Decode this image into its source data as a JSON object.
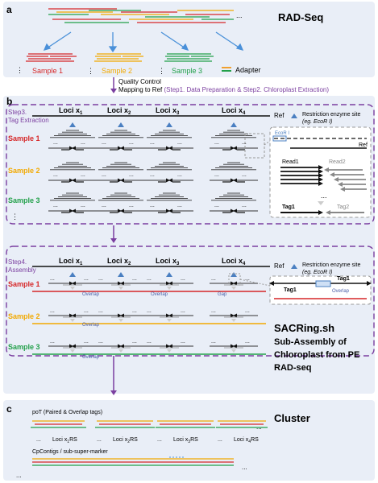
{
  "panel_a": {
    "letter": "a",
    "title": "RAD-Seq",
    "samples": [
      "Sample 1",
      "Sample 2",
      "Sample 3"
    ],
    "adapter_label": "Adapter",
    "ellipsis": "...",
    "colors": {
      "s1": "#d62728",
      "s2": "#f2a900",
      "s3": "#22a04a",
      "arrow": "#4a90d9",
      "adapter": "#f0a030"
    }
  },
  "between_ab": {
    "line1": "Quality Control",
    "line2_prefix": "Mapping to Ref ",
    "line2_highlight": "(Step1. Data Preparation & Step2. Chloroplast Extraction)"
  },
  "panel_b": {
    "letter": "b",
    "step3": {
      "line1": "Step3.",
      "line2": "Tag Extraction"
    },
    "step4": {
      "line1": "Step4.",
      "line2": "Assembly"
    },
    "loci": [
      "Loci x1",
      "Loci x2",
      "Loci x3",
      "Loci x4"
    ],
    "loci_base": "Loci x",
    "loci_sub": [
      "1",
      "2",
      "3",
      "4"
    ],
    "ref": "Ref",
    "restriction_line1": "Restriction enzyme site",
    "restriction_line2": "(eg. EcoR I)",
    "samples": [
      "Sample 1",
      "Sample 2",
      "Sample 3"
    ],
    "inset_step3": {
      "enzyme": "EcoR I",
      "ref": "Ref",
      "read1": "Read1",
      "read2": "Read2",
      "tag1": "Tag1",
      "tag2": "Tag2",
      "dots": "..."
    },
    "inset_step4": {
      "tag1_left": "Tag1",
      "tag1_right": "Tag1",
      "overlap": "Overlap"
    },
    "overlap": "Overlap",
    "gap": "Gap",
    "vdots": "⋮",
    "dots": "...",
    "sacring": {
      "title": "SACRing.sh",
      "line1": "Sub-Assembly of",
      "line2": "Chloroplast from PE",
      "line3": "RAD-seq"
    }
  },
  "panel_c": {
    "letter": "c",
    "title": "Cluster",
    "pot_label": "poT (Paired & Overlap tags)",
    "loci_rs": [
      "Loci x1RS",
      "Loci x2RS",
      "Loci x3RS",
      "Loci x4RS"
    ],
    "contig_label": "CpContigs / sub-super-marker",
    "dots": "..."
  },
  "colors": {
    "panel_bg": "#e9eef7",
    "purple": "#7b3fa0",
    "red": "#d62728",
    "orange": "#f2a900",
    "green": "#22a04a",
    "blue": "#4a90d9"
  }
}
